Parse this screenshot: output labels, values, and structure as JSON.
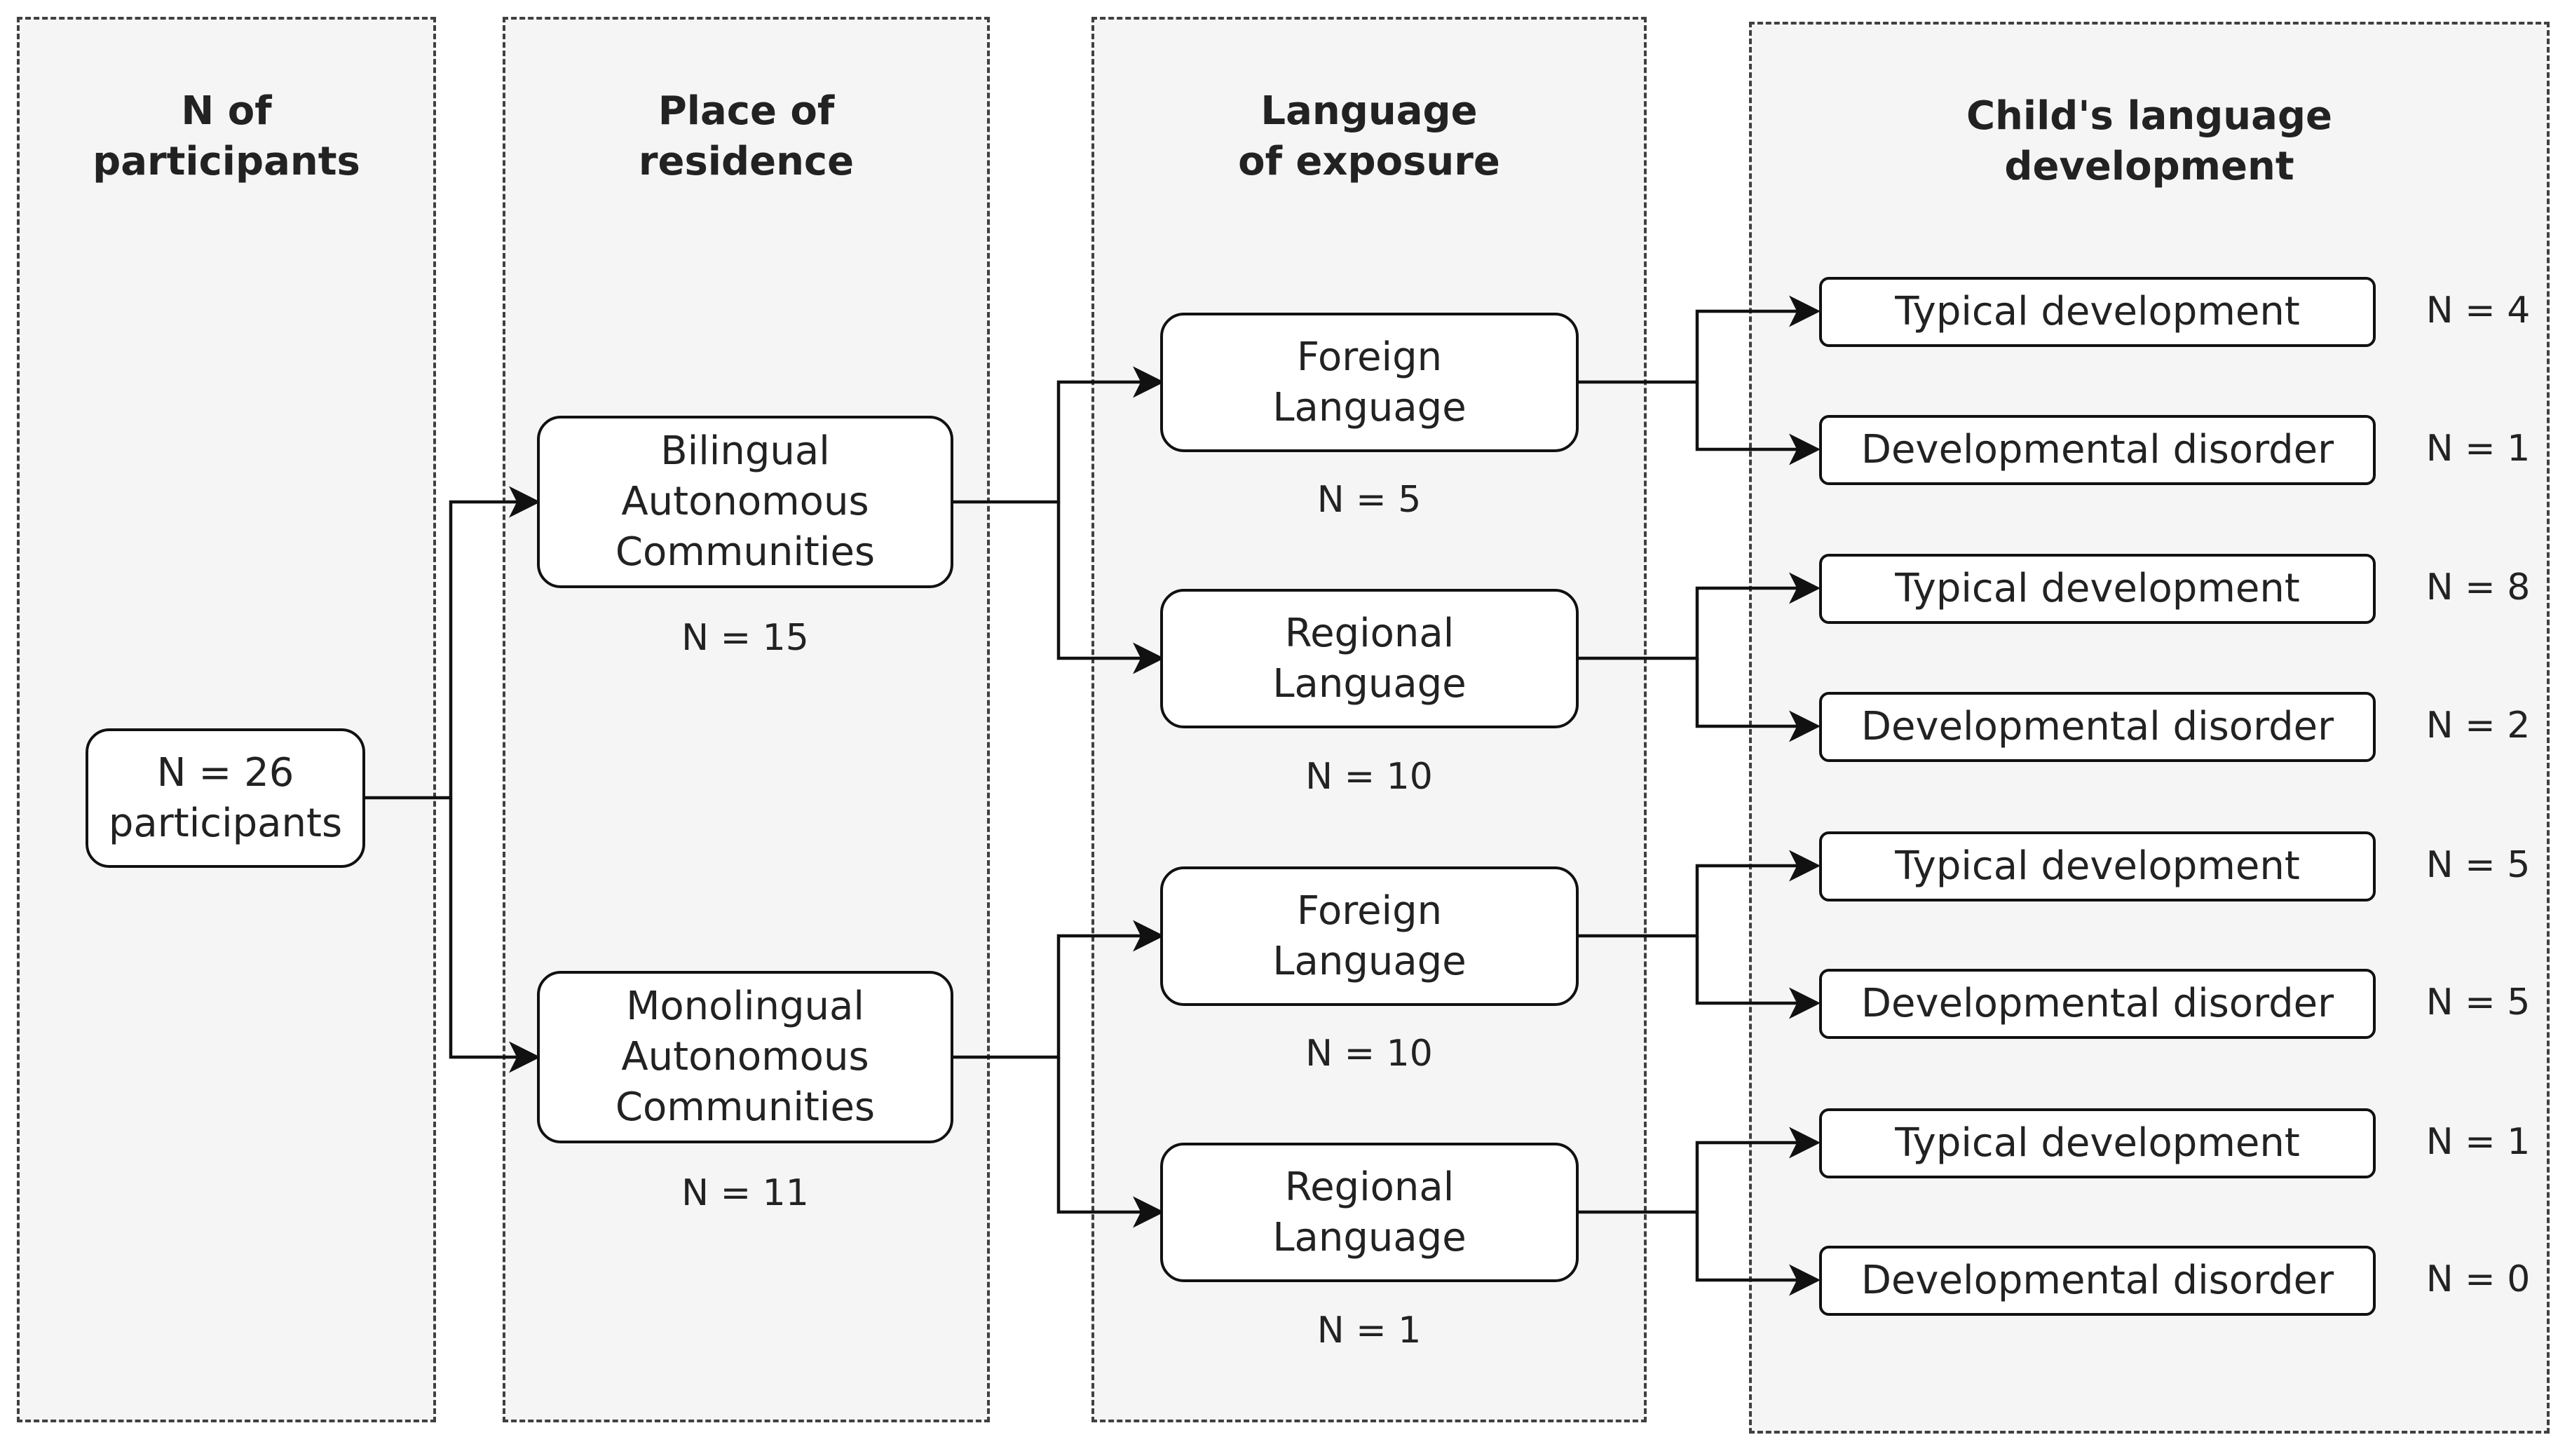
{
  "columns": {
    "participants": "N of\nparticipants",
    "residence": "Place of\nresidence",
    "exposure": "Language\nof exposure",
    "development": "Child's language\ndevelopment"
  },
  "root": {
    "label": "N = 26\nparticipants"
  },
  "residence": [
    {
      "label": "Bilingual\nAutonomous\nCommunities",
      "count": "N = 15"
    },
    {
      "label": "Monolingual\nAutonomous\nCommunities",
      "count": "N = 11"
    }
  ],
  "exposure": [
    {
      "label": "Foreign\nLanguage",
      "count": "N = 5"
    },
    {
      "label": "Regional\nLanguage",
      "count": "N = 10"
    },
    {
      "label": "Foreign\nLanguage",
      "count": "N = 10"
    },
    {
      "label": "Regional\nLanguage",
      "count": "N = 1"
    }
  ],
  "outcomes": [
    {
      "label": "Typical development",
      "count": "N = 4"
    },
    {
      "label": "Developmental disorder",
      "count": "N = 1"
    },
    {
      "label": "Typical development",
      "count": "N = 8"
    },
    {
      "label": "Developmental disorder",
      "count": "N = 2"
    },
    {
      "label": "Typical development",
      "count": "N = 5"
    },
    {
      "label": "Developmental disorder",
      "count": "N = 5"
    },
    {
      "label": "Typical development",
      "count": "N = 1"
    },
    {
      "label": "Developmental disorder",
      "count": "N = 0"
    }
  ],
  "colors": {
    "panel": "#f5f5f5",
    "stroke": "#111111",
    "text": "#222222"
  }
}
